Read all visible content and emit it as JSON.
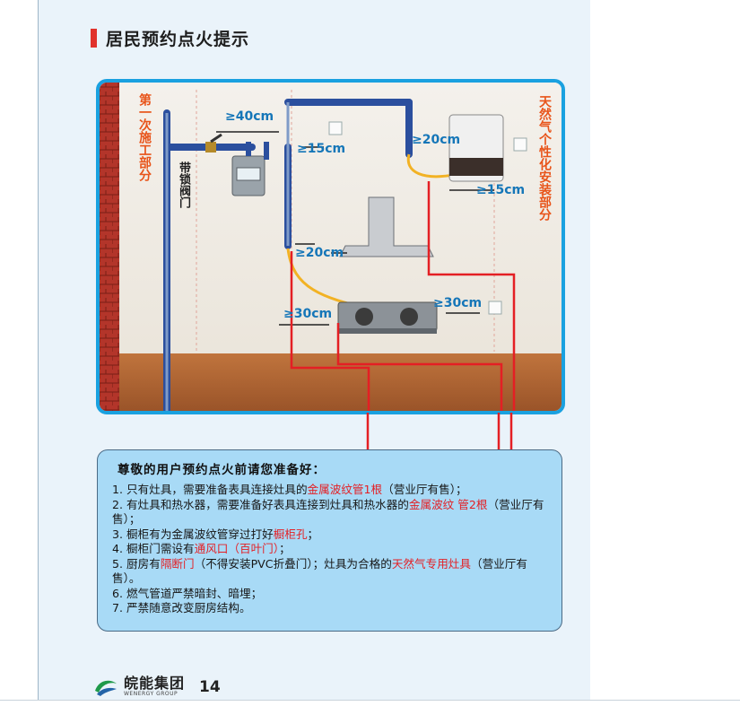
{
  "heading": "居民预约点火提示",
  "diagram": {
    "left_label": "第一次施工部分",
    "right_label": "天然气个性化安装部分",
    "valve_label": "带锁阀门",
    "dims": [
      "≥40cm",
      "≥15cm",
      "≥20cm",
      "≥15cm",
      "≥20cm",
      "≥30cm",
      "≥30cm"
    ]
  },
  "notice": {
    "title": "尊敬的用户预约点火前请您准备好：",
    "items": [
      {
        "n": "1.",
        "a": "只有灶具，需要准备表具连接灶具的",
        "h": "金属波纹管1根",
        "b": "（营业厅有售）；"
      },
      {
        "n": "2.",
        "a": "有灶具和热水器，需要准备好表具连接到灶具和热水器的",
        "h": "金属波纹 管2根",
        "b": "（营业厅有售）；"
      },
      {
        "n": "3.",
        "a": "橱柜有为金属波纹管穿过打好",
        "h": "橱柜孔",
        "b": "；"
      },
      {
        "n": "4.",
        "a": "橱柜门需设有",
        "h": "通风口（百叶门）",
        "b": "；"
      },
      {
        "n": "5.",
        "a": "厨房有",
        "h": "隔断门",
        "b": "（不得安装PVC折叠门）；灶具为合格的",
        "h2": "天然气专用灶具",
        "c": "（营业厅有售）。"
      },
      {
        "n": "6.",
        "a": "燃气管道严禁暗封、暗埋；",
        "h": "",
        "b": ""
      },
      {
        "n": "7.",
        "a": "严禁随意改变厨房结构。",
        "h": "",
        "b": ""
      }
    ]
  },
  "footer": {
    "brand_cn": "皖能集团",
    "brand_en": "WENERGY GROUP",
    "page_number": "14",
    "logo_icon": "wenergy-logo-icon"
  },
  "colors": {
    "accent_red": "#e41f24",
    "frame_blue": "#1aa1e0",
    "notice_bg": "#a8daf6",
    "pipe_blue": "#2b4f9e",
    "hose_yellow": "#f2b224"
  }
}
